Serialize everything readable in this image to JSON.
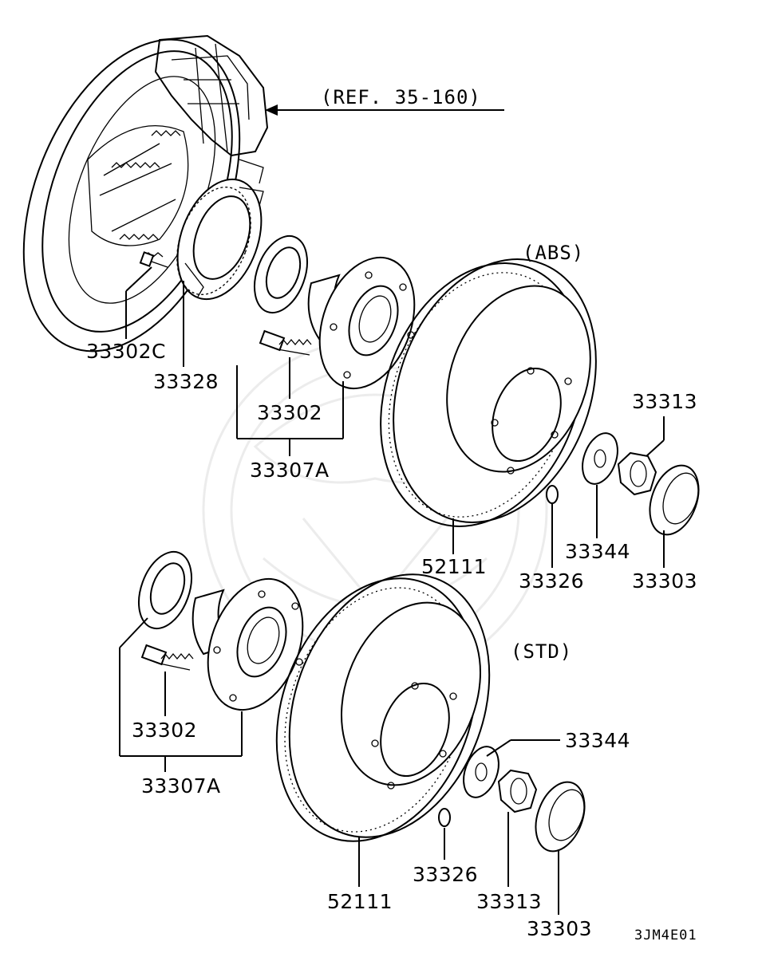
{
  "colors": {
    "line": "#000000",
    "background": "#ffffff",
    "watermark": "#ececec"
  },
  "references": {
    "brake_assembly": "(REF. 35-160)"
  },
  "variants": {
    "abs": "(ABS)",
    "std": "(STD)"
  },
  "parts": {
    "p33302c": "33302C",
    "p33328": "33328",
    "abs_33302": "33302",
    "abs_33307a": "33307A",
    "abs_52111": "52111",
    "abs_33326": "33326",
    "abs_33344": "33344",
    "abs_33313": "33313",
    "abs_33303": "33303",
    "std_33302": "33302",
    "std_33307a": "33307A",
    "std_52111": "52111",
    "std_33326": "33326",
    "std_33344": "33344",
    "std_33313": "33313",
    "std_33303": "33303"
  },
  "diagram_code": "3JM4E01"
}
